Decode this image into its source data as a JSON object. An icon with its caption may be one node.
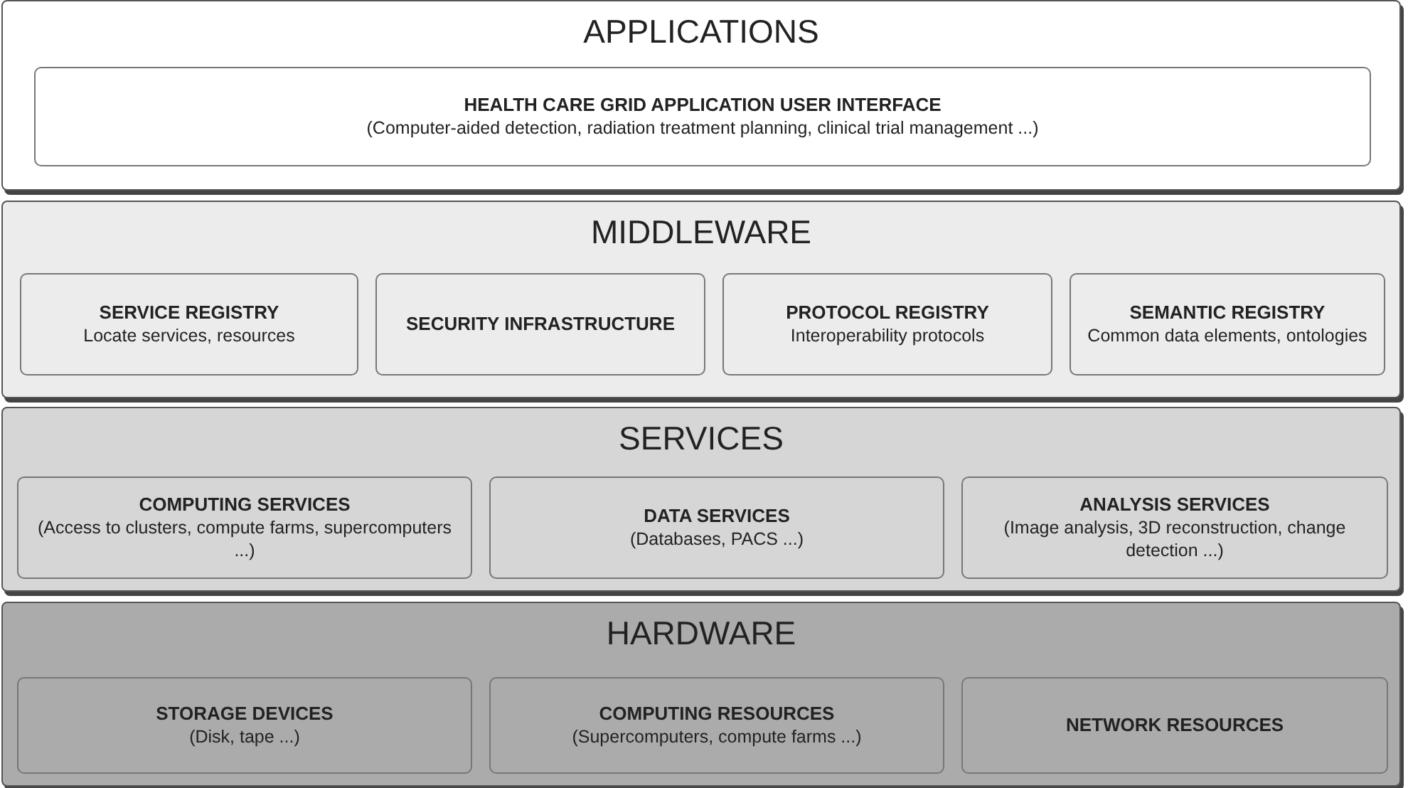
{
  "diagram": {
    "nodes": [
      {
        "text": [
          "APPLICATIONS"
        ]
      },
      {
        "text": [
          "HEALTH CARE GRID APPLICATION USER INTERFACE",
          "(Computer-aided detection, radiation treatment planning, clinical trial management ...)"
        ],
        "in": 0
      },
      {
        "text": [
          "MIDDLEWARE"
        ]
      },
      {
        "text": [
          "SERVICE REGISTRY",
          "Locate services, resources"
        ],
        "in": 2
      },
      {
        "text": [
          "SECURITY INFRASTRUCTURE"
        ],
        "in": 2
      },
      {
        "text": [
          "PROTOCOL REGISTRY",
          "Interoperability protocols"
        ],
        "in": 2
      },
      {
        "text": [
          "SEMANTIC REGISTRY",
          "Common data elements, ontologies"
        ],
        "in": 2
      },
      {
        "text": [
          "SERVICES"
        ]
      },
      {
        "text": [
          "COMPUTING SERVICES",
          "(Access to clusters, compute farms, supercomputers ...)"
        ],
        "in": 7
      },
      {
        "text": [
          "DATA SERVICES",
          "(Databases, PACS ...)"
        ],
        "in": 7
      },
      {
        "text": [
          "ANALYSIS SERVICES",
          "(Image analysis, 3D reconstruction, change detection ...)"
        ],
        "in": 7
      },
      {
        "text": [
          "HARDWARE"
        ]
      },
      {
        "text": [
          "STORAGE DEVICES",
          "(Disk, tape ...)"
        ],
        "in": 11
      },
      {
        "text": [
          "COMPUTING RESOURCES",
          "(Supercomputers, compute farms ...)"
        ],
        "in": 11
      },
      {
        "text": [
          "NETWORK RESOURCES"
        ],
        "in": 11
      }
    ]
  }
}
